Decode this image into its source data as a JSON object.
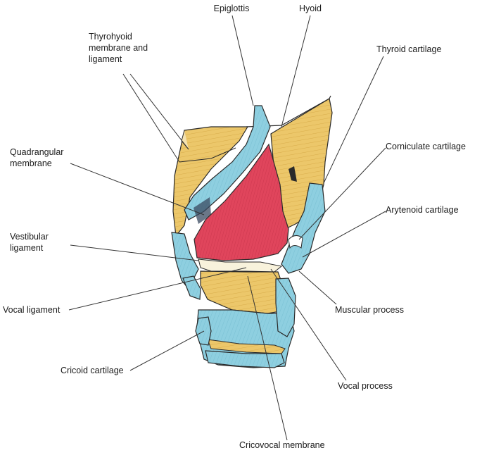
{
  "labels": {
    "epiglottis": "Epiglottis",
    "hyoid": "Hyoid",
    "thyrohyoid": "Thyrohyoid\nmembrane and\nligament",
    "thyroid_cartilage": "Thyroid cartilage",
    "quadrangular": "Quadrangular\nmembrane",
    "corniculate": "Corniculate cartilage",
    "arytenoid": "Arytenoid cartilage",
    "vestibular": "Vestibular\nligament",
    "vocal_ligament": "Vocal ligament",
    "muscular_process": "Muscular process",
    "cricoid": "Cricoid cartilage",
    "vocal_process": "Vocal process",
    "cricovocal": "Cricovocal membrane"
  },
  "colors": {
    "cartilage_blue": "#8ecfe0",
    "membrane_yellow": "#ecc76a",
    "muscle_red": "#e0455c",
    "outline": "#2a2a2a",
    "leader": "#333333"
  }
}
